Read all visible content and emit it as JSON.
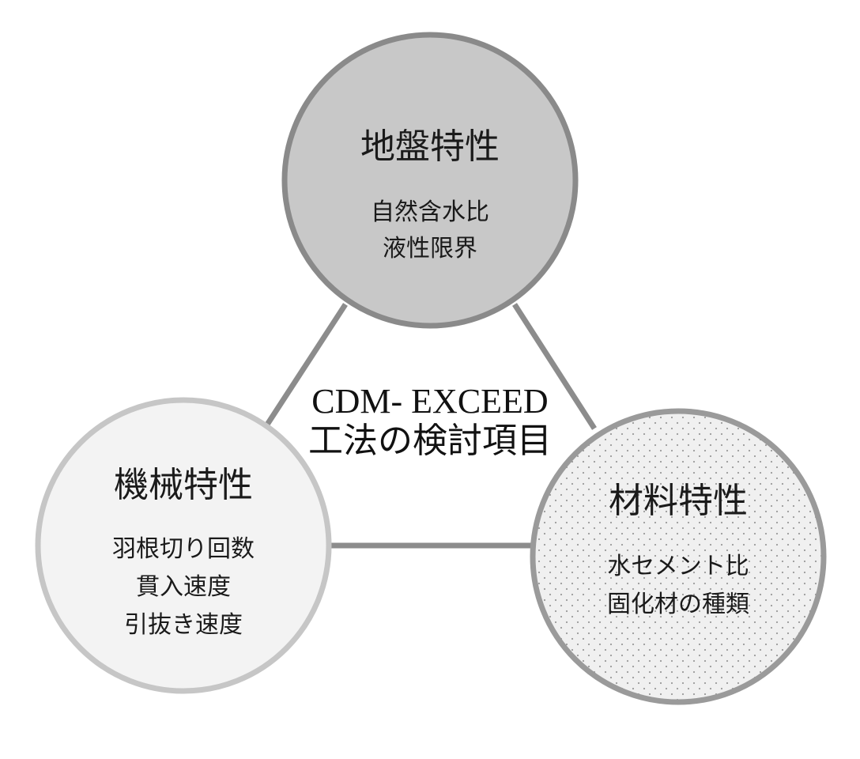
{
  "center": {
    "line1": "CDM- EXCEED",
    "line2": "工法の検討項目"
  },
  "nodes": {
    "ground": {
      "title": "地盤特性",
      "items": [
        "自然含水比",
        "液性限界"
      ],
      "fill": "#c8c8c8",
      "stroke": "#8a8a8a"
    },
    "machine": {
      "title": "機械特性",
      "items": [
        "羽根切り回数",
        "貫入速度",
        "引抜き速度"
      ],
      "fill": "#f3f3f3",
      "stroke": "#c6c6c6"
    },
    "material": {
      "title": "材料特性",
      "items": [
        "水セメント比",
        "固化材の種類"
      ],
      "fill": "#f0f0f0",
      "stroke": "#9a9a9a",
      "pattern": "dotted"
    }
  },
  "connector_color": "#8c8c8c"
}
